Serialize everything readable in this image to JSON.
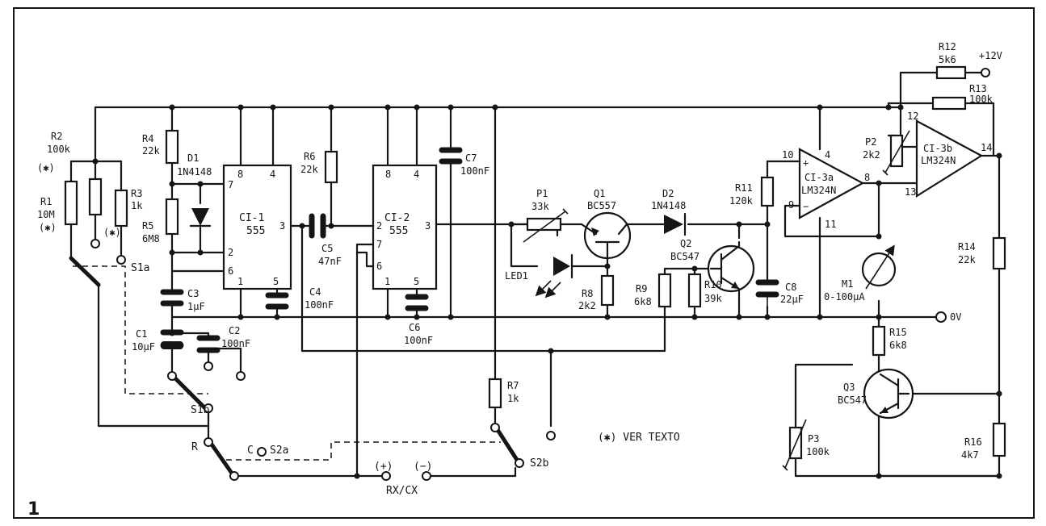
{
  "figure_number": "1",
  "note": "(✱) VER TEXTO",
  "supply": {
    "plus": "+12V",
    "zero": "0V"
  },
  "connector": {
    "plus": "(+)",
    "minus": "(−)",
    "label": "RX/CX"
  },
  "resistors": {
    "R1": {
      "name": "R1",
      "value": "10M",
      "mark": "(✱)"
    },
    "R2": {
      "name": "R2",
      "value": "100k",
      "mark": "(✱)"
    },
    "R3": {
      "name": "R3",
      "value": "1k",
      "mark": "(✱)"
    },
    "R4": {
      "name": "R4",
      "value": "22k"
    },
    "R5": {
      "name": "R5",
      "value": "6M8"
    },
    "R6": {
      "name": "R6",
      "value": "22k"
    },
    "R7": {
      "name": "R7",
      "value": "1k"
    },
    "R8": {
      "name": "R8",
      "value": "2k2"
    },
    "R9": {
      "name": "R9",
      "value": "6k8"
    },
    "R10": {
      "name": "R10",
      "value": "39k"
    },
    "R11": {
      "name": "R11",
      "value": "120k"
    },
    "R12": {
      "name": "R12",
      "value": "5k6"
    },
    "R13": {
      "name": "R13",
      "value": "100k"
    },
    "R14": {
      "name": "R14",
      "value": "22k"
    },
    "R15": {
      "name": "R15",
      "value": "6k8"
    },
    "R16": {
      "name": "R16",
      "value": "4k7"
    }
  },
  "capacitors": {
    "C1": {
      "name": "C1",
      "value": "10µF"
    },
    "C2": {
      "name": "C2",
      "value": "100nF"
    },
    "C3": {
      "name": "C3",
      "value": "1µF"
    },
    "C4": {
      "name": "C4",
      "value": "100nF"
    },
    "C5": {
      "name": "C5",
      "value": "47nF"
    },
    "C6": {
      "name": "C6",
      "value": "100nF"
    },
    "C7": {
      "name": "C7",
      "value": "100nF"
    },
    "C8": {
      "name": "C8",
      "value": "22µF"
    }
  },
  "pots": {
    "P1": {
      "name": "P1",
      "value": "33k"
    },
    "P2": {
      "name": "P2",
      "value": "2k2"
    },
    "P3": {
      "name": "P3",
      "value": "100k"
    }
  },
  "diodes": {
    "D1": {
      "name": "D1",
      "part": "1N4148"
    },
    "D2": {
      "name": "D2",
      "part": "1N4148"
    },
    "LED1": {
      "name": "LED1"
    }
  },
  "transistors": {
    "Q1": {
      "name": "Q1",
      "part": "BC557"
    },
    "Q2": {
      "name": "Q2",
      "part": "BC547"
    },
    "Q3": {
      "name": "Q3",
      "part": "BC547"
    }
  },
  "meter": {
    "name": "M1",
    "range": "0-100µA"
  },
  "switches": {
    "S1a": "S1a",
    "S1b": "S1b",
    "S2a": "S2a",
    "S2b": "S2b",
    "pos_r": "R",
    "pos_c": "C"
  },
  "ics": {
    "ci1": {
      "name": "CI-1",
      "part": "555",
      "pins": {
        "p8": "8",
        "p4": "4",
        "p7": "7",
        "p2": "2",
        "p6": "6",
        "p1": "1",
        "p5": "5",
        "p3": "3"
      }
    },
    "ci2": {
      "name": "CI-2",
      "part": "555",
      "pins": {
        "p8": "8",
        "p4": "4",
        "p2": "2",
        "p7": "7",
        "p6": "6",
        "p1": "1",
        "p5": "5",
        "p3": "3"
      }
    },
    "ci3a": {
      "name": "CI-3a",
      "part": "LM324N",
      "plus": "+",
      "minus": "−",
      "pins": {
        "p10": "10",
        "p9": "9",
        "p4": "4",
        "p8": "8",
        "p11": "11"
      }
    },
    "ci3b": {
      "name": "CI-3b",
      "part": "LM324N",
      "pins": {
        "p12": "12",
        "p13": "13",
        "p14": "14"
      }
    }
  }
}
